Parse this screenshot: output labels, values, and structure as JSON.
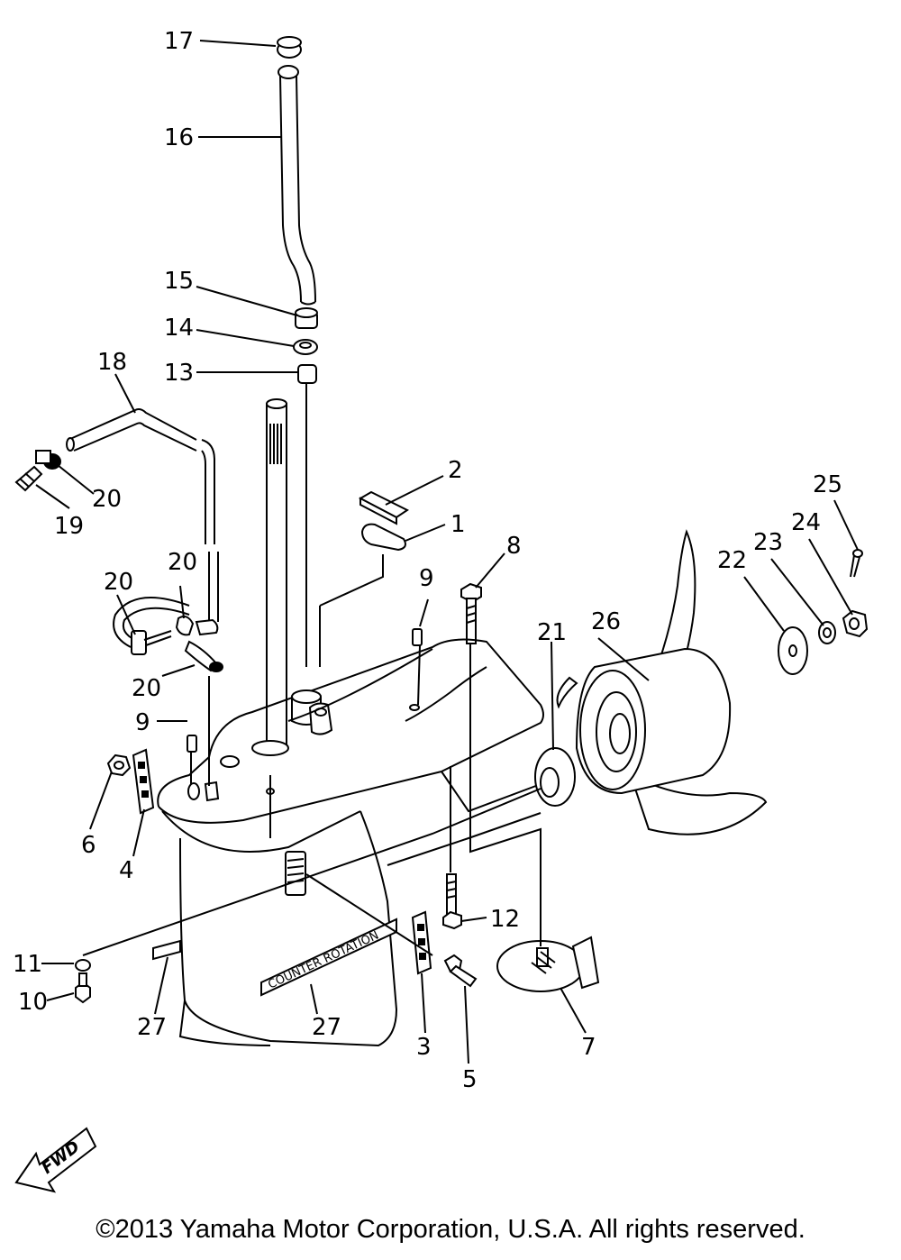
{
  "diagram": {
    "fwd_label": "FWD",
    "copyright": "©2013 Yamaha Motor Corporation, U.S.A. All rights reserved.",
    "housing_text": "COUNTER ROTATION",
    "callouts": [
      "17",
      "16",
      "15",
      "14",
      "13",
      "18",
      "20",
      "19",
      "2",
      "1",
      "8",
      "9",
      "25",
      "24",
      "23",
      "22",
      "20",
      "20",
      "20",
      "21",
      "26",
      "9",
      "6",
      "4",
      "12",
      "11",
      "10",
      "27",
      "27",
      "3",
      "5",
      "7"
    ]
  }
}
